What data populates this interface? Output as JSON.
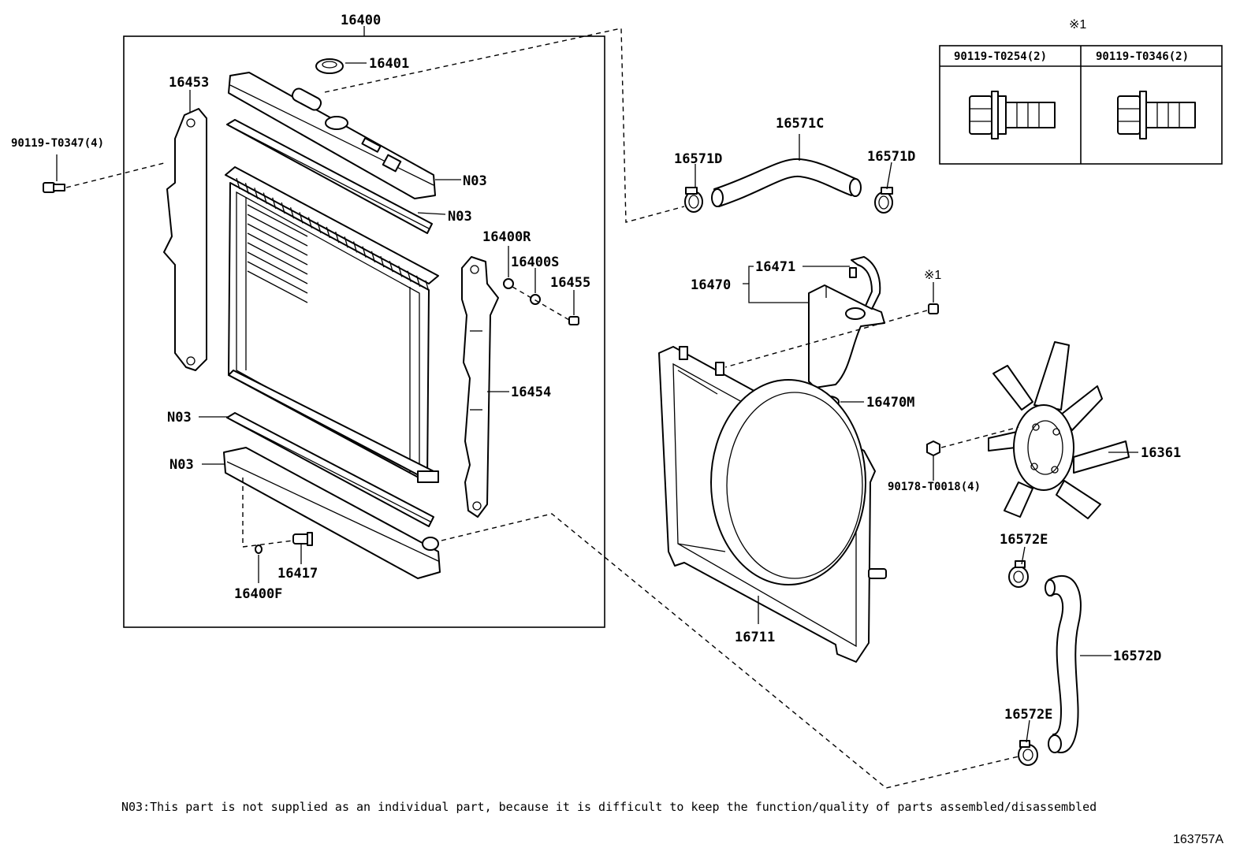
{
  "labels": {
    "p16400": "16400",
    "p16401": "16401",
    "p16453": "16453",
    "p90119_t0347": "90119-T0347(4)",
    "n03_top_tank": "N03",
    "n03_top_gasket": "N03",
    "p16400r": "16400R",
    "p16400s": "16400S",
    "p16455": "16455",
    "p16454": "16454",
    "n03_bottom_gasket": "N03",
    "n03_bottom_tank": "N03",
    "p16417": "16417",
    "p16400f": "16400F",
    "p16571c": "16571C",
    "p16571d_left": "16571D",
    "p16571d_right": "16571D",
    "p16471": "16471",
    "p16470": "16470",
    "mark1_bolt": "※1",
    "p16470m": "16470M",
    "p16361": "16361",
    "p90178_t0018": "90178-T0018(4)",
    "p16711": "16711",
    "p16572e_top": "16572E",
    "p16572d": "16572D",
    "p16572e_bottom": "16572E"
  },
  "bolt_table": {
    "mark": "※1",
    "columns": [
      "90119-T0254(2)",
      "90119-T0346(2)"
    ]
  },
  "footnote": "N03:This part is not supplied as an individual part, because it is difficult to keep the function/quality of parts assembled/disassembled",
  "diagram_ref": "163757A"
}
